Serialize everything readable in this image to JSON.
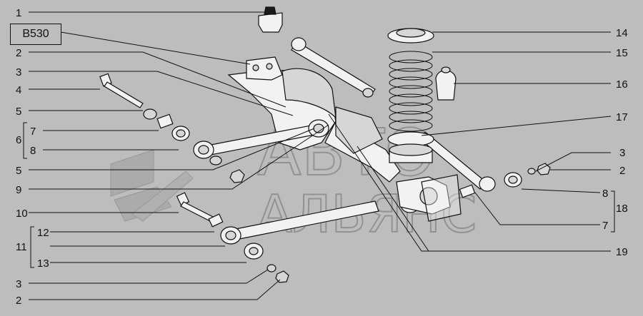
{
  "diagram": {
    "code": "B530",
    "watermark": {
      "line1": "АВТО",
      "line2": "АЛЬЯНС"
    },
    "callouts": {
      "l1": "1",
      "l2a": "2",
      "l3a": "3",
      "l4": "4",
      "l5a": "5",
      "l6": "6",
      "l7a": "7",
      "l8a": "8",
      "l5b": "5",
      "l9": "9",
      "l10": "10",
      "l12": "12",
      "l11": "11",
      "l13": "13",
      "l3b": "3",
      "l2b": "2",
      "r14": "14",
      "r15": "15",
      "r16": "16",
      "r17": "17",
      "r3": "3",
      "r2": "2",
      "r8": "8",
      "r18": "18",
      "r7": "7",
      "r19": "19"
    }
  }
}
